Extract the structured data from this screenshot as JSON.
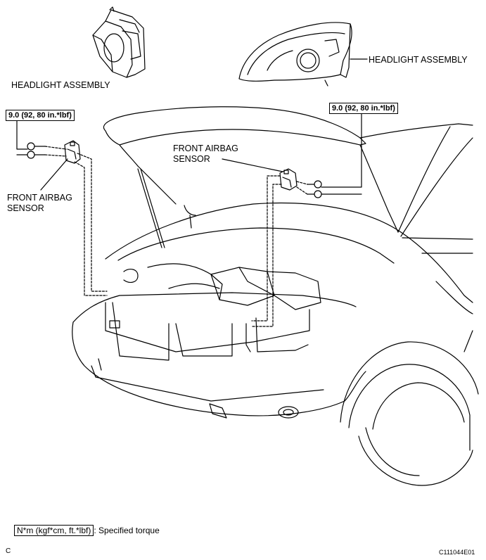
{
  "labels": {
    "headlight_left": "HEADLIGHT ASSEMBLY",
    "headlight_right": "HEADLIGHT ASSEMBLY",
    "sensor_left_line1": "FRONT AIRBAG",
    "sensor_left_line2": "SENSOR",
    "sensor_right_line1": "FRONT AIRBAG",
    "sensor_right_line2": "SENSOR"
  },
  "torque": {
    "left": "9.0 (92, 80 in.*lbf)",
    "right": "9.0 (92, 80 in.*lbf)"
  },
  "legend": {
    "unit_box": "N*m (kgf*cm, ft.*lbf)",
    "text": ": Specified torque"
  },
  "corner": {
    "bottom_left": "C",
    "bottom_right": "C111044E01"
  }
}
